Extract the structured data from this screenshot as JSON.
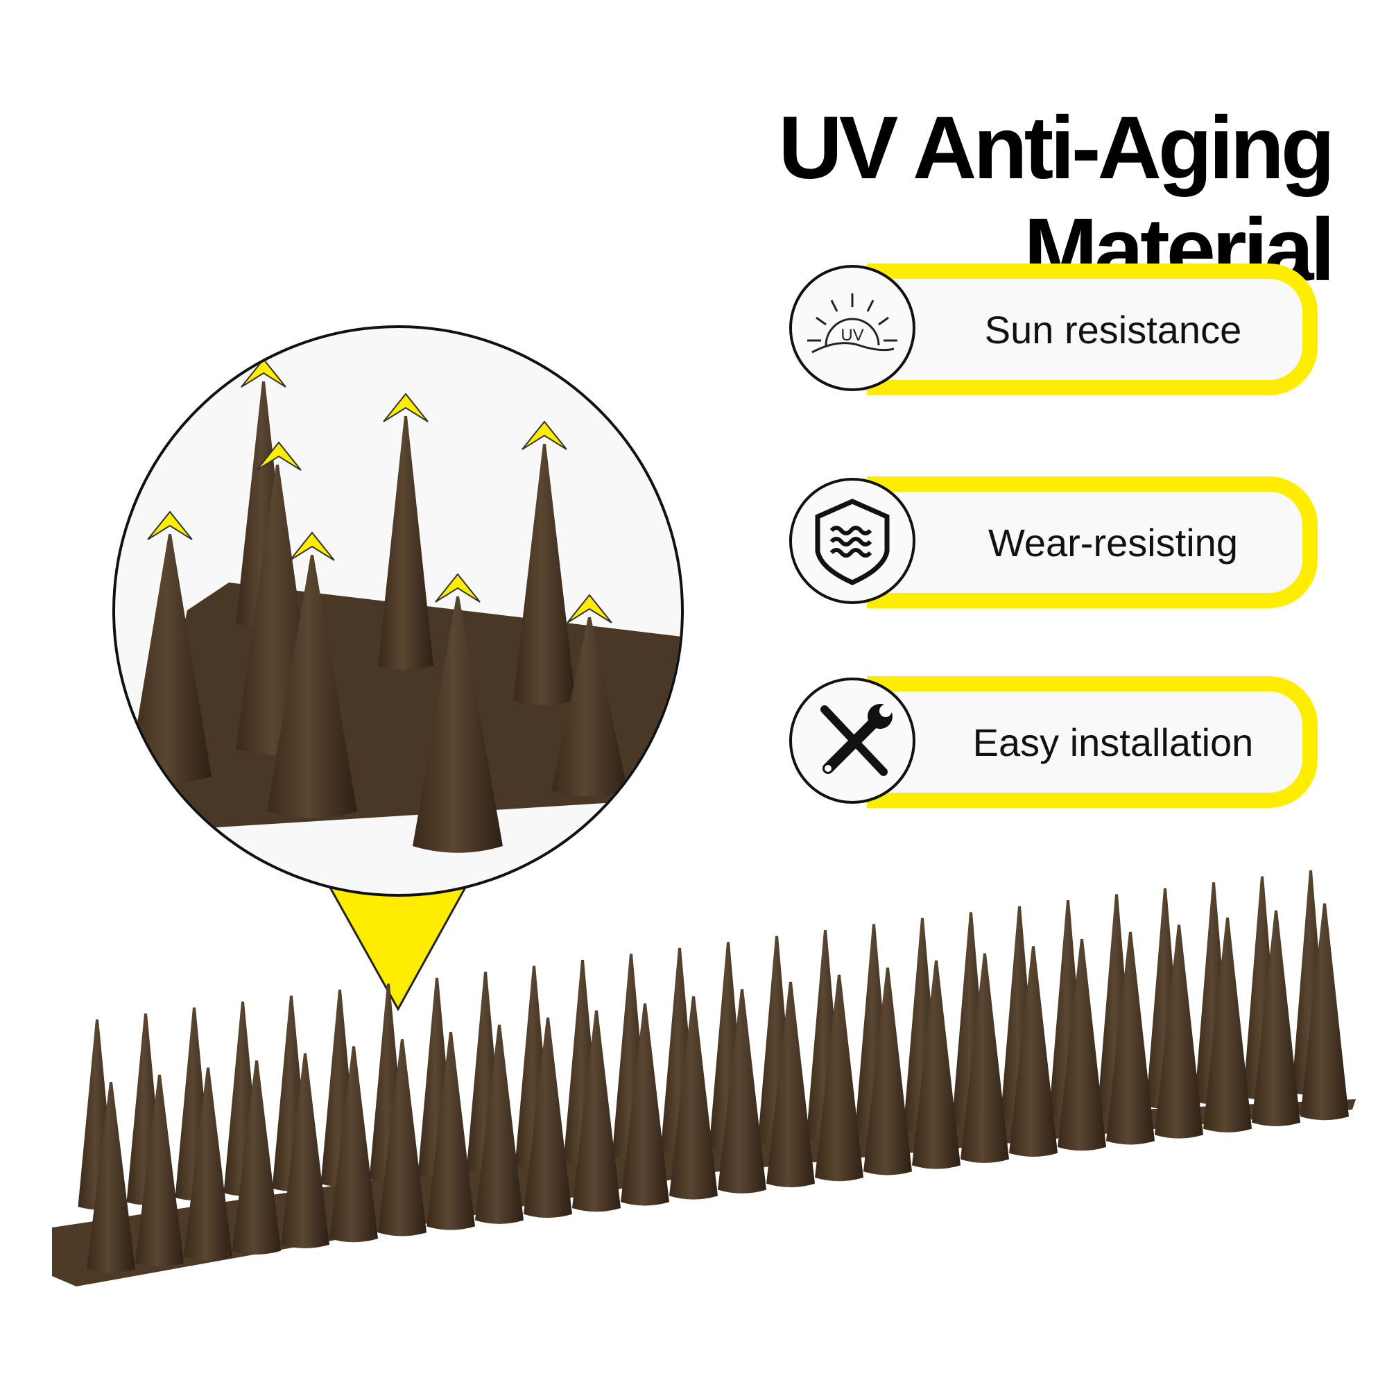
{
  "title": "UV Anti-Aging Material",
  "features": [
    {
      "label": "Sun resistance",
      "icon": "uv-sun-icon",
      "icon_text": "UV"
    },
    {
      "label": "Wear-resisting",
      "icon": "shield-waves-icon"
    },
    {
      "label": "Easy installation",
      "icon": "tools-icon"
    }
  ],
  "colors": {
    "accent": "#ffed00",
    "product": "#4a3826"
  }
}
